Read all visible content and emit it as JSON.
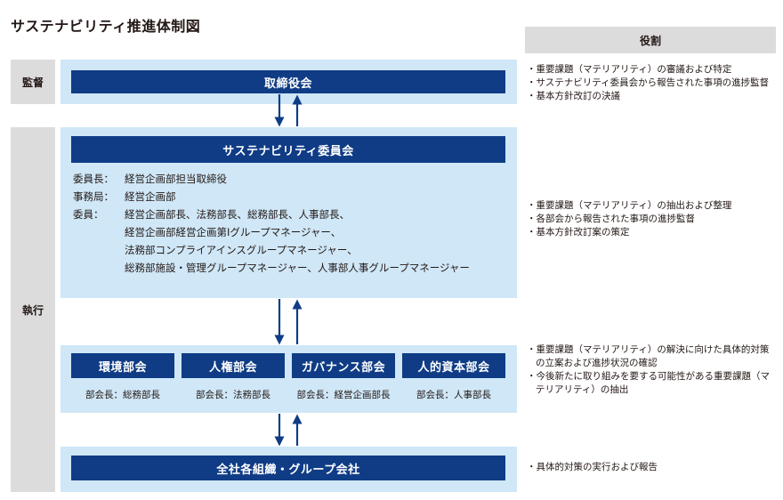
{
  "title": "サステナビリティ推進体制図",
  "role_header": "役割",
  "sections": {
    "supervision": "監督",
    "execution": "執行"
  },
  "board": {
    "label": "取締役会"
  },
  "committee": {
    "label": "サステナビリティ委員会",
    "chair_key": "委員長：",
    "chair_val": "経営企画部担当取締役",
    "secretariat_key": "事務局：",
    "secretariat_val": "経営企画部",
    "members_key": "委員：",
    "members_lines": [
      "経営企画部長、法務部長、総務部長、人事部長、",
      "経営企画部経営企画第Ⅰグループマネージャー、",
      "法務部コンプライアインスグループマネージャー、",
      "総務部施設・管理グループマネージャー、人事部人事グループマネージャー"
    ]
  },
  "subcommittees": [
    {
      "label": "環境部会",
      "head": "部会長：総務部長"
    },
    {
      "label": "人権部会",
      "head": "部会長：法務部長"
    },
    {
      "label": "ガバナンス部会",
      "head": "部会長：経営企画部長"
    },
    {
      "label": "人的資本部会",
      "head": "部会長：人事部長"
    }
  ],
  "group": {
    "label": "全社各組織・グループ会社"
  },
  "roles": {
    "board": [
      "・重要課題（マテリアリティ）の審議および特定",
      "・サステナビリティ委員会から報告された事項の進捗監督",
      "・基本方針改訂の決議"
    ],
    "committee": [
      "・重要課題（マテリアリティ）の抽出および整理",
      "・各部会から報告された事項の進捗監督",
      "・基本方針改訂案の策定"
    ],
    "subcommittees": [
      "・重要課題（マテリアリティ）の解決に向けた具体的対策の立案および進捗状況の確認",
      "・今後新たに取り組みを要する可能性がある重要課題（マテリアリティ）の抽出"
    ],
    "group": [
      "・具体的対策の実行および報告"
    ]
  },
  "colors": {
    "navy": "#0f3c85",
    "light_blue": "#cfe7f7",
    "gray": "#dcdcdc"
  }
}
